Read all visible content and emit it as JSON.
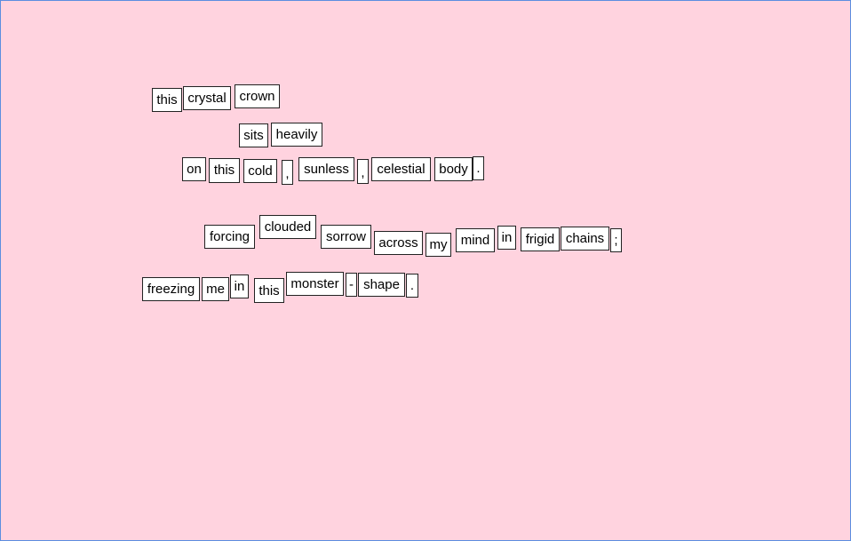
{
  "lines": [
    [
      "this",
      "crystal",
      "crown"
    ],
    [
      "sits",
      "heavily"
    ],
    [
      "on",
      "this",
      "cold",
      ",",
      "sunless",
      ",",
      "celestial",
      "body",
      "."
    ],
    [
      "forcing",
      "clouded",
      "sorrow",
      "across",
      "my",
      "mind",
      "in",
      "frigid",
      "chains",
      ";"
    ],
    [
      "freezing",
      "me",
      "in",
      "this",
      "monster",
      "-",
      "shape",
      "."
    ]
  ]
}
